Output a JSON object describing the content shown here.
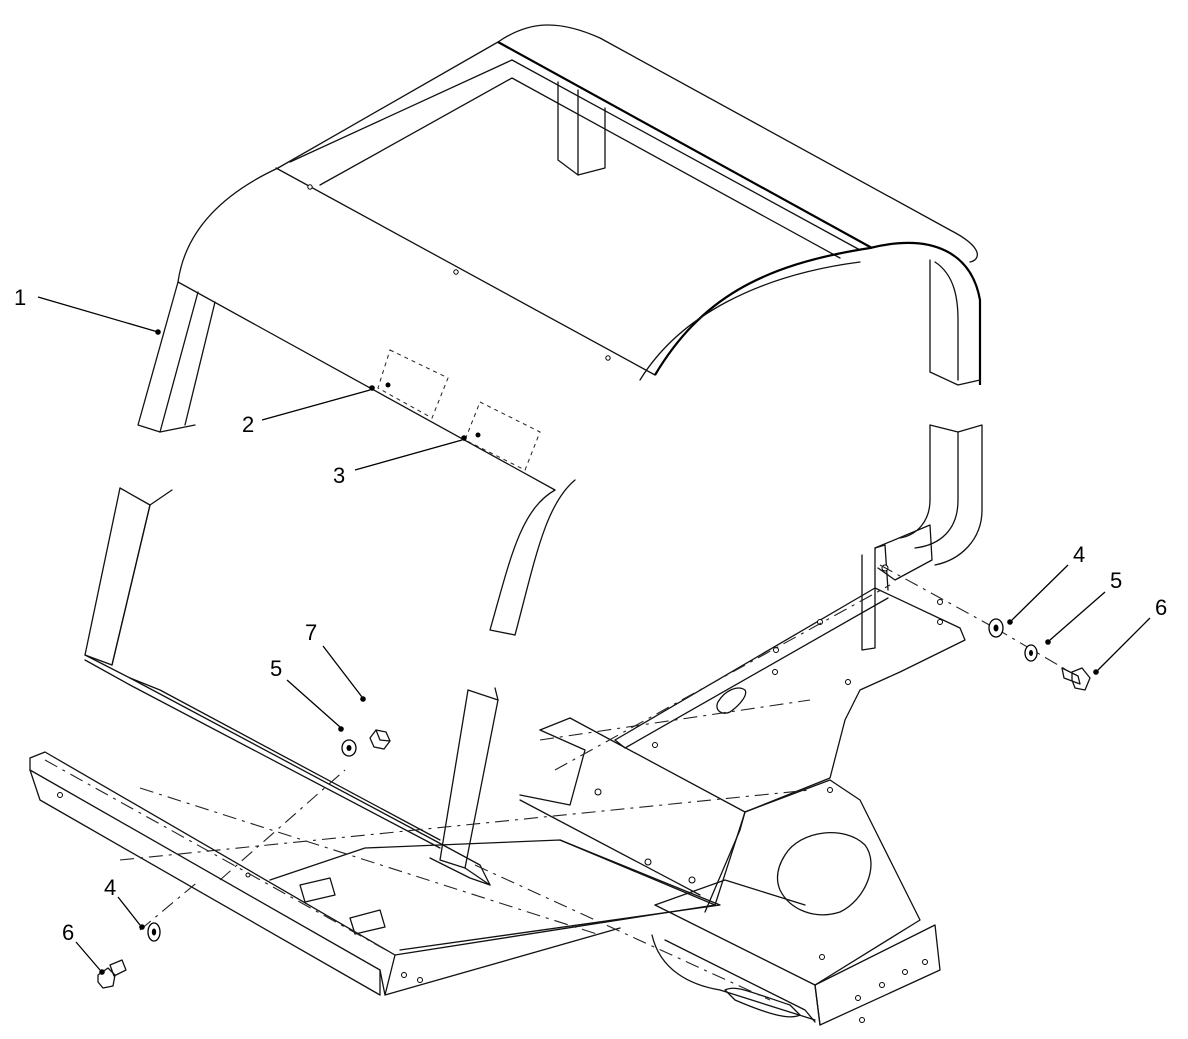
{
  "diagram": {
    "callouts": [
      {
        "id": "c1",
        "label": "1"
      },
      {
        "id": "c2",
        "label": "2"
      },
      {
        "id": "c3",
        "label": "3"
      },
      {
        "id": "c4a",
        "label": "4"
      },
      {
        "id": "c5a",
        "label": "5"
      },
      {
        "id": "c6a",
        "label": "6"
      },
      {
        "id": "c7",
        "label": "7"
      },
      {
        "id": "c5b",
        "label": "5"
      },
      {
        "id": "c4b",
        "label": "4"
      },
      {
        "id": "c6b",
        "label": "6"
      }
    ]
  }
}
